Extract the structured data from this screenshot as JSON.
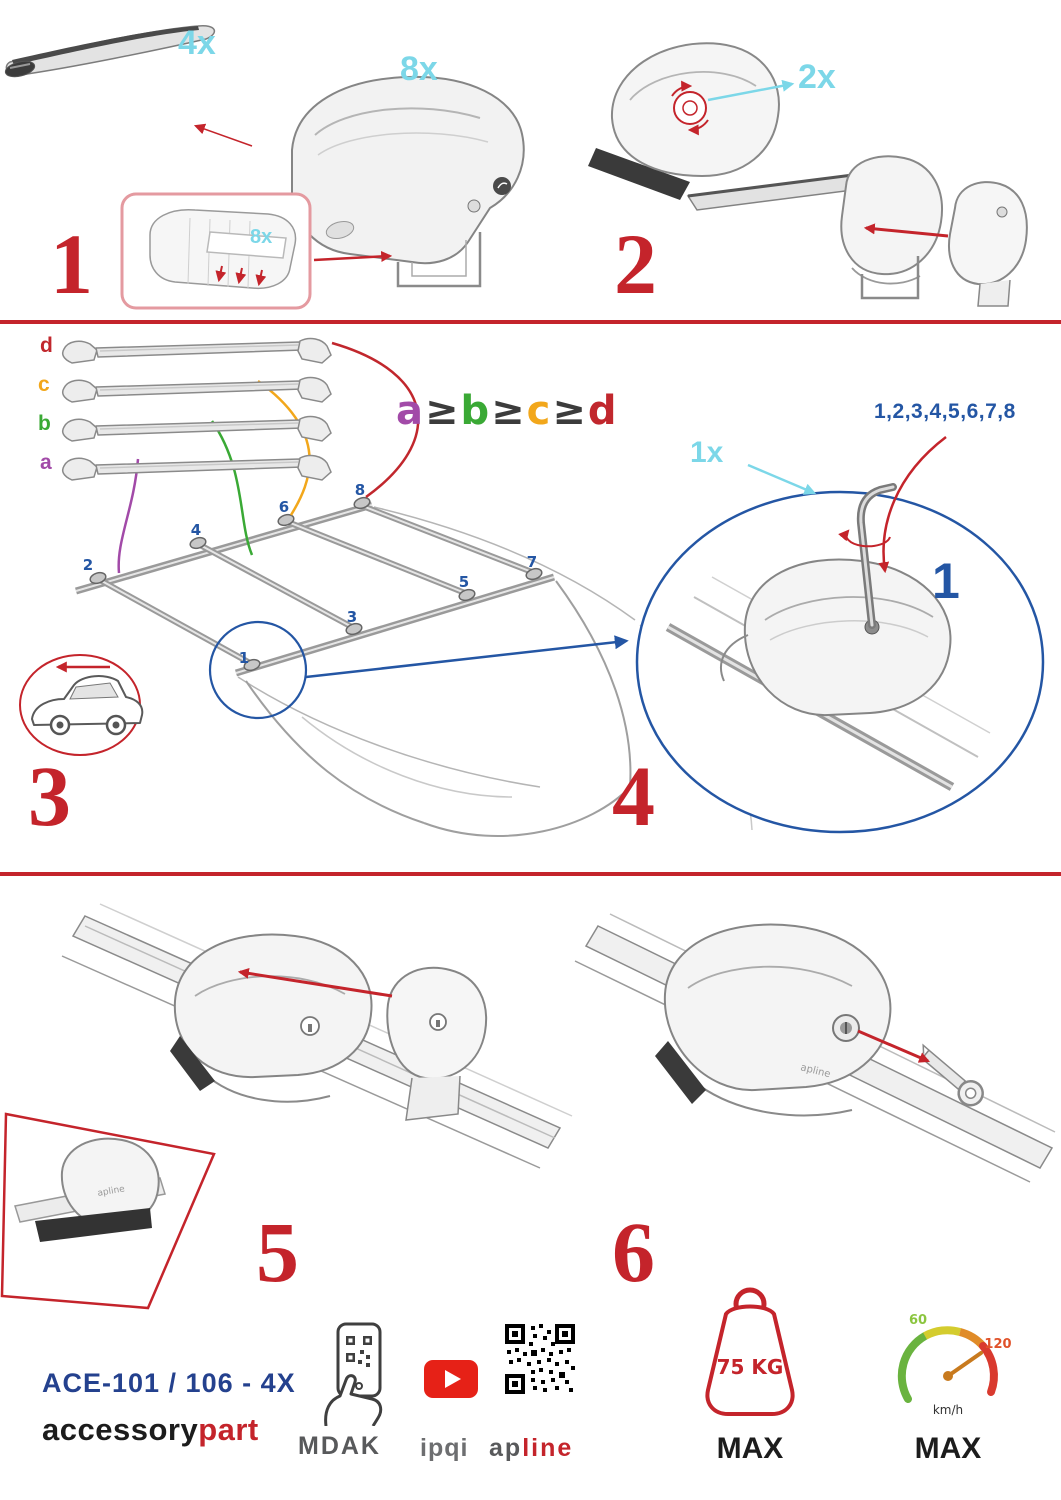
{
  "colors": {
    "red": "#c4242b",
    "cyan": "#7cd7e8",
    "blue": "#2456a4",
    "purple": "#a24aa8",
    "green": "#3aa935",
    "orange": "#f2a71b",
    "dark_red": "#c1272d"
  },
  "step1": {
    "number": "1",
    "bar_count": "4x",
    "foot_count": "8x",
    "pad_count": "8x"
  },
  "step2": {
    "number": "2",
    "knob_count": "2x"
  },
  "step3": {
    "number": "3",
    "bar_labels": {
      "d": "d",
      "c": "c",
      "b": "b",
      "a": "a"
    },
    "inequality": {
      "a": "a",
      "ge1": "≥",
      "b": "b",
      "ge2": "≥",
      "c": "c",
      "ge3": "≥",
      "d": "d"
    },
    "positions": [
      "1",
      "2",
      "3",
      "4",
      "5",
      "6",
      "7",
      "8"
    ]
  },
  "step4": {
    "number": "4",
    "tool_count": "1x",
    "sequence": "1,2,3,4,5,6,7,8",
    "first": "1"
  },
  "step5": {
    "number": "5"
  },
  "step6": {
    "number": "6"
  },
  "part_logo": "apline",
  "footer": {
    "model": "ACE-101 / 106 - 4X",
    "brand_black": "accessory",
    "brand_red": "part",
    "logo_mdak": "MDAK",
    "logo_ipqi": "ipqi",
    "logo_ap": "ap",
    "logo_line": "line",
    "weight_value": "75 KG",
    "weight_max": "MAX",
    "speed_low": "60",
    "speed_high": "120",
    "speed_unit": "km/h",
    "speed_max": "MAX"
  }
}
